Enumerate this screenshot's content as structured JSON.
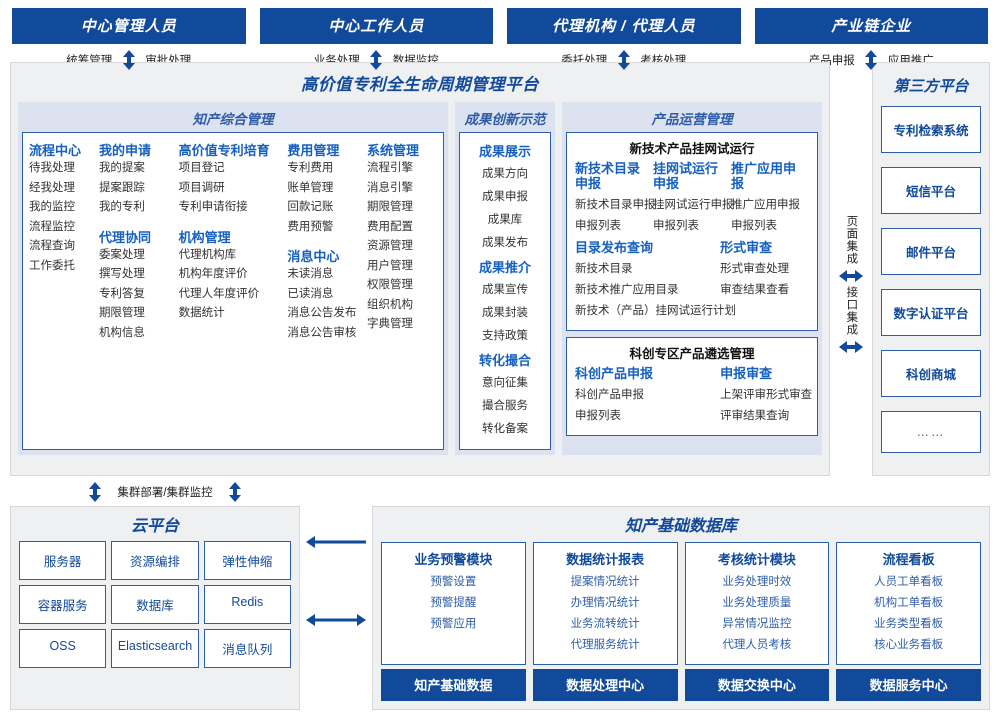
{
  "actors": [
    {
      "title": "中心管理人员",
      "left_action": "统筹管理",
      "right_action": "审批处理"
    },
    {
      "title": "中心工作人员",
      "left_action": "业务处理",
      "right_action": "数据监控"
    },
    {
      "title": "代理机构 / 代理人员",
      "left_action": "委托处理",
      "right_action": "考核处理"
    },
    {
      "title": "产业链企业",
      "left_action": "产品申报",
      "right_action": "应用推广"
    }
  ],
  "platform": {
    "title": "高价值专利全生命周期管理平台",
    "columns": {
      "zhichan": {
        "title": "知产综合管理",
        "subcolumns": [
          {
            "groups": [
              {
                "head": "流程中心",
                "items": [
                  "待我处理",
                  "经我处理",
                  "我的监控",
                  "流程监控",
                  "流程查询",
                  "工作委托"
                ]
              }
            ]
          },
          {
            "groups": [
              {
                "head": "我的申请",
                "items": [
                  "我的提案",
                  "提案跟踪",
                  "我的专利"
                ]
              },
              {
                "head": "代理协同",
                "items": [
                  "委案处理",
                  "撰写处理",
                  "专利答复",
                  "期限管理",
                  "机构信息"
                ]
              }
            ]
          },
          {
            "groups": [
              {
                "head": "高价值专利培育",
                "items": [
                  "项目登记",
                  "项目调研",
                  "专利申请衔接"
                ]
              },
              {
                "head": "机构管理",
                "items": [
                  "代理机构库",
                  "机构年度评价",
                  "代理人年度评价",
                  "数据统计"
                ]
              }
            ]
          },
          {
            "groups": [
              {
                "head": "费用管理",
                "items": [
                  "专利费用",
                  "账单管理",
                  "回款记账",
                  "费用预警"
                ]
              },
              {
                "head": "消息中心",
                "items": [
                  "未读消息",
                  "已读消息",
                  "消息公告发布",
                  "消息公告审核"
                ]
              }
            ]
          },
          {
            "groups": [
              {
                "head": "系统管理",
                "items": [
                  "流程引擎",
                  "消息引擎",
                  "期限管理",
                  "费用配置",
                  "资源管理",
                  "用户管理",
                  "权限管理",
                  "组织机构",
                  "字典管理"
                ]
              }
            ]
          }
        ]
      },
      "chengguo": {
        "title": "成果创新示范",
        "groups": [
          {
            "head": "成果展示",
            "items": [
              "成果方向",
              "成果申报",
              "成果库",
              "成果发布"
            ]
          },
          {
            "head": "成果推介",
            "items": [
              "成果宣传",
              "成果封装",
              "支持政策"
            ]
          },
          {
            "head": "转化撮合",
            "items": [
              "意向征集",
              "撮合服务",
              "转化备案"
            ]
          }
        ]
      },
      "chanpin": {
        "title": "产品运营管理",
        "boxes": [
          {
            "title": "新技术产品挂网试运行",
            "rows": [
              {
                "cells": [
                  {
                    "head": "新技术目录申报",
                    "items": [
                      "新技术目录申报",
                      "申报列表"
                    ]
                  },
                  {
                    "head": "挂网试运行申报",
                    "items": [
                      "挂网试运行申报",
                      "申报列表"
                    ]
                  },
                  {
                    "head": "推广应用申报",
                    "items": [
                      "推广应用申报",
                      "申报列表"
                    ]
                  }
                ]
              },
              {
                "cells": [
                  {
                    "head": "目录发布查询",
                    "items": [
                      "新技术目录",
                      "新技术推广应用目录",
                      "新技术（产品）挂网试运行计划"
                    ]
                  },
                  {
                    "head": "形式审查",
                    "items": [
                      "形式审查处理",
                      "审查结果查看"
                    ]
                  }
                ]
              }
            ]
          },
          {
            "title": "科创专区产品遴选管理",
            "rows": [
              {
                "cells": [
                  {
                    "head": "科创产品申报",
                    "items": [
                      "科创产品申报",
                      "申报列表"
                    ]
                  },
                  {
                    "head": "申报审查",
                    "items": [
                      "上架评审形式审查",
                      "评审结果查询"
                    ]
                  }
                ]
              }
            ]
          }
        ]
      }
    }
  },
  "integration": {
    "page_label": "页面集成",
    "api_label": "接口集成"
  },
  "thirdparty": {
    "title": "第三方平台",
    "items": [
      "专利检索系统",
      "短信平台",
      "邮件平台",
      "数字认证平台",
      "科创商城",
      "……"
    ]
  },
  "cluster": {
    "label": "集群部署/集群监控"
  },
  "cloud": {
    "title": "云平台",
    "cells": [
      "服务器",
      "资源编排",
      "弹性伸缩",
      "容器服务",
      "数据库",
      "Redis",
      "OSS",
      "Elasticsearch",
      "消息队列"
    ]
  },
  "database": {
    "title": "知产基础数据库",
    "columns": [
      {
        "head": "业务预警模块",
        "items": [
          "预警设置",
          "预警提醒",
          "预警应用"
        ],
        "footer": "知产基础数据"
      },
      {
        "head": "数据统计报表",
        "items": [
          "提案情况统计",
          "办理情况统计",
          "业务流转统计",
          "代理服务统计"
        ],
        "footer": "数据处理中心"
      },
      {
        "head": "考核统计模块",
        "items": [
          "业务处理时效",
          "业务处理质量",
          "异常情况监控",
          "代理人员考核"
        ],
        "footer": "数据交换中心"
      },
      {
        "head": "流程看板",
        "items": [
          "人员工单看板",
          "机构工单看板",
          "业务类型看板",
          "核心业务看板"
        ],
        "footer": "数据服务中心"
      }
    ]
  },
  "colors": {
    "brand_blue": "#11499B",
    "accent_blue": "#2E5DA8",
    "link_blue": "#1560C0",
    "panel_bg": "#EFF0F2",
    "col_bg": "#DDE2F0"
  }
}
